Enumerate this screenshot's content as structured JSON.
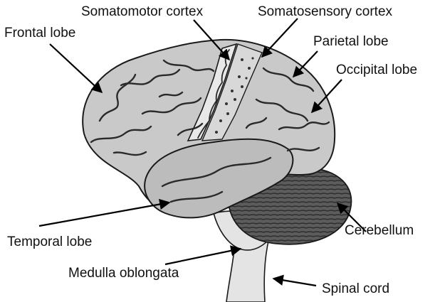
{
  "labels": {
    "somatomotor_cortex": "Somatomotor cortex",
    "somatosensory_cortex": "Somatosensory cortex",
    "frontal_lobe": "Frontal lobe",
    "parietal_lobe": "Parietal lobe",
    "occipital_lobe": "Occipital lobe",
    "temporal_lobe": "Temporal lobe",
    "cerebellum": "Cerebellum",
    "medulla_oblongata": "Medulla oblongata",
    "spinal_cord": "Spinal cord"
  },
  "colors": {
    "cortex_fill": "#c9c9c9",
    "temporal_fill": "#bcbcbc",
    "cerebellum_fill": "#5a5a5a",
    "brainstem_fill": "#e4e4e4",
    "motor_strip_fill": "#e8e8e8",
    "outline": "#1a1a1a"
  }
}
